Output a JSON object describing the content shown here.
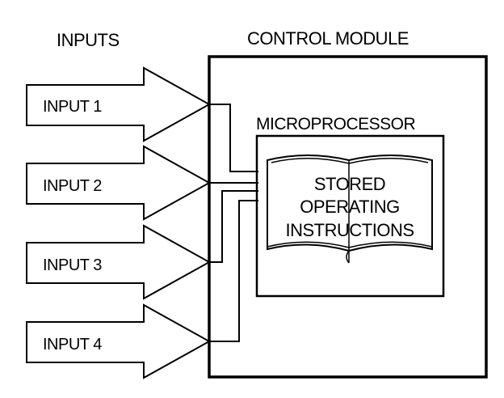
{
  "diagram": {
    "inputs_heading": "INPUTS",
    "control_module_heading": "CONTROL MODULE",
    "microprocessor_label": "MICROPROCESSOR",
    "inputs": [
      {
        "label": "INPUT 1"
      },
      {
        "label": "INPUT 2"
      },
      {
        "label": "INPUT 3"
      },
      {
        "label": "INPUT 4"
      }
    ],
    "stored_instructions": {
      "line1": "STORED",
      "line2": "OPERATING",
      "line3": "INSTRUCTIONS"
    },
    "colors": {
      "ink": "#000000",
      "paper": "#ffffff"
    }
  }
}
